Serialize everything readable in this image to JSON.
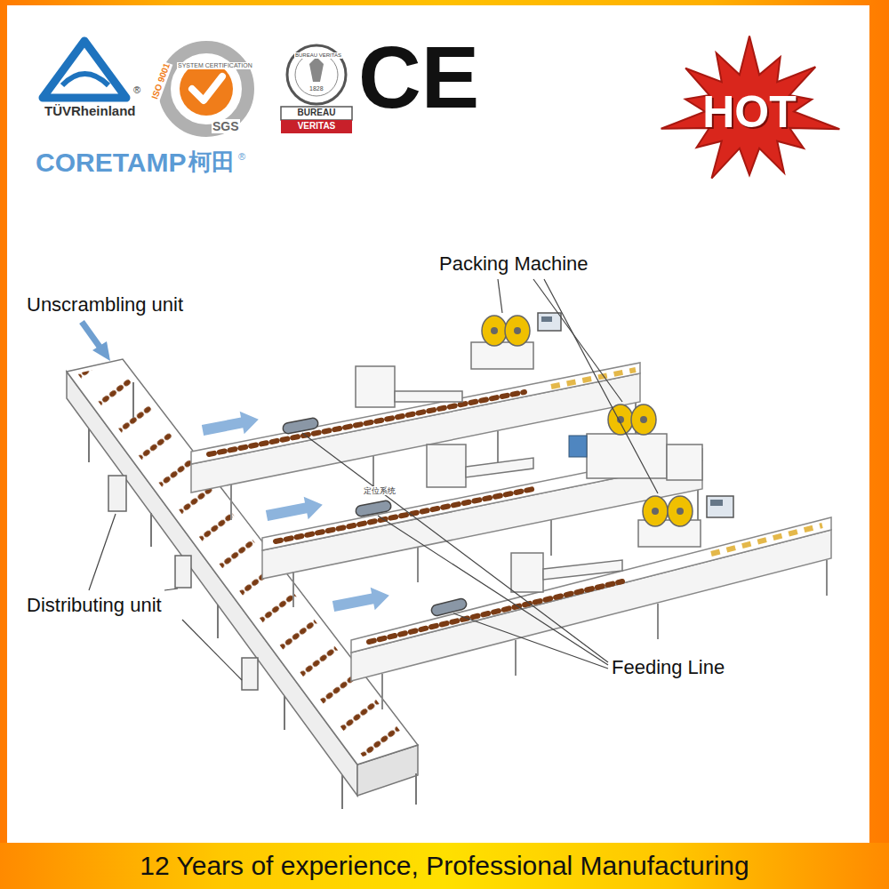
{
  "diagram": {
    "nodes": [
      {
        "text": [
          "HOT"
        ]
      },
      {
        "text": [
          "12 Years of experience, Professional Manufacturing"
        ]
      }
    ],
    "labels": [
      "TÜVRheinland",
      "®",
      "SYSTEM CERTIFICATION",
      "ISO 9001",
      "SGS",
      "BUREAU VERITAS",
      "1828",
      "BUREAU",
      "VERITAS",
      "CE",
      "CORETAMP",
      "柯田",
      "®",
      "Packing Machine",
      "Unscrambling unit",
      "定位系统",
      "Distributing unit",
      "Feeding Line"
    ]
  }
}
